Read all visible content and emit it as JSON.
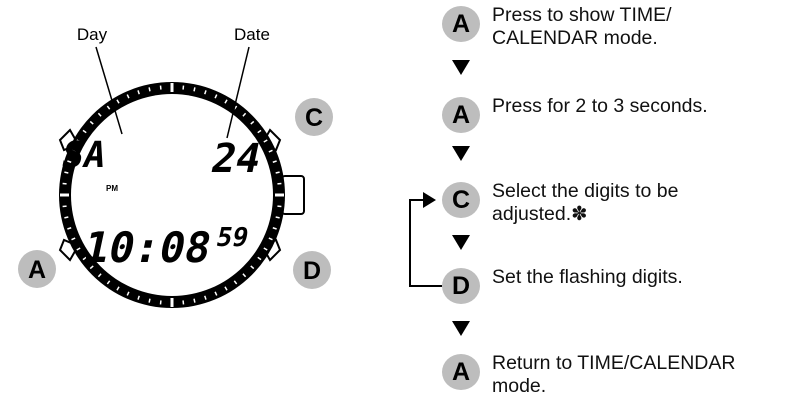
{
  "watch": {
    "label_day": "Day",
    "label_date": "Date",
    "display_day": "SA",
    "display_date": "24",
    "display_pm": "PM",
    "display_time": "10:08",
    "display_seconds": "59",
    "buttons": {
      "a": "A",
      "b": "C",
      "c": "D"
    }
  },
  "steps": [
    {
      "button": "A",
      "text_lines": [
        "Press to show TIME/",
        "CALENDAR mode."
      ]
    },
    {
      "button": "A",
      "text_lines": [
        "Press for 2 to 3 seconds."
      ]
    },
    {
      "button": "C",
      "text_lines": [
        "Select the digits to be",
        "adjusted.✽"
      ]
    },
    {
      "button": "D",
      "text_lines": [
        "Set the flashing digits."
      ]
    },
    {
      "button": "A",
      "text_lines": [
        "Return to TIME/CALENDAR",
        "mode."
      ]
    }
  ]
}
